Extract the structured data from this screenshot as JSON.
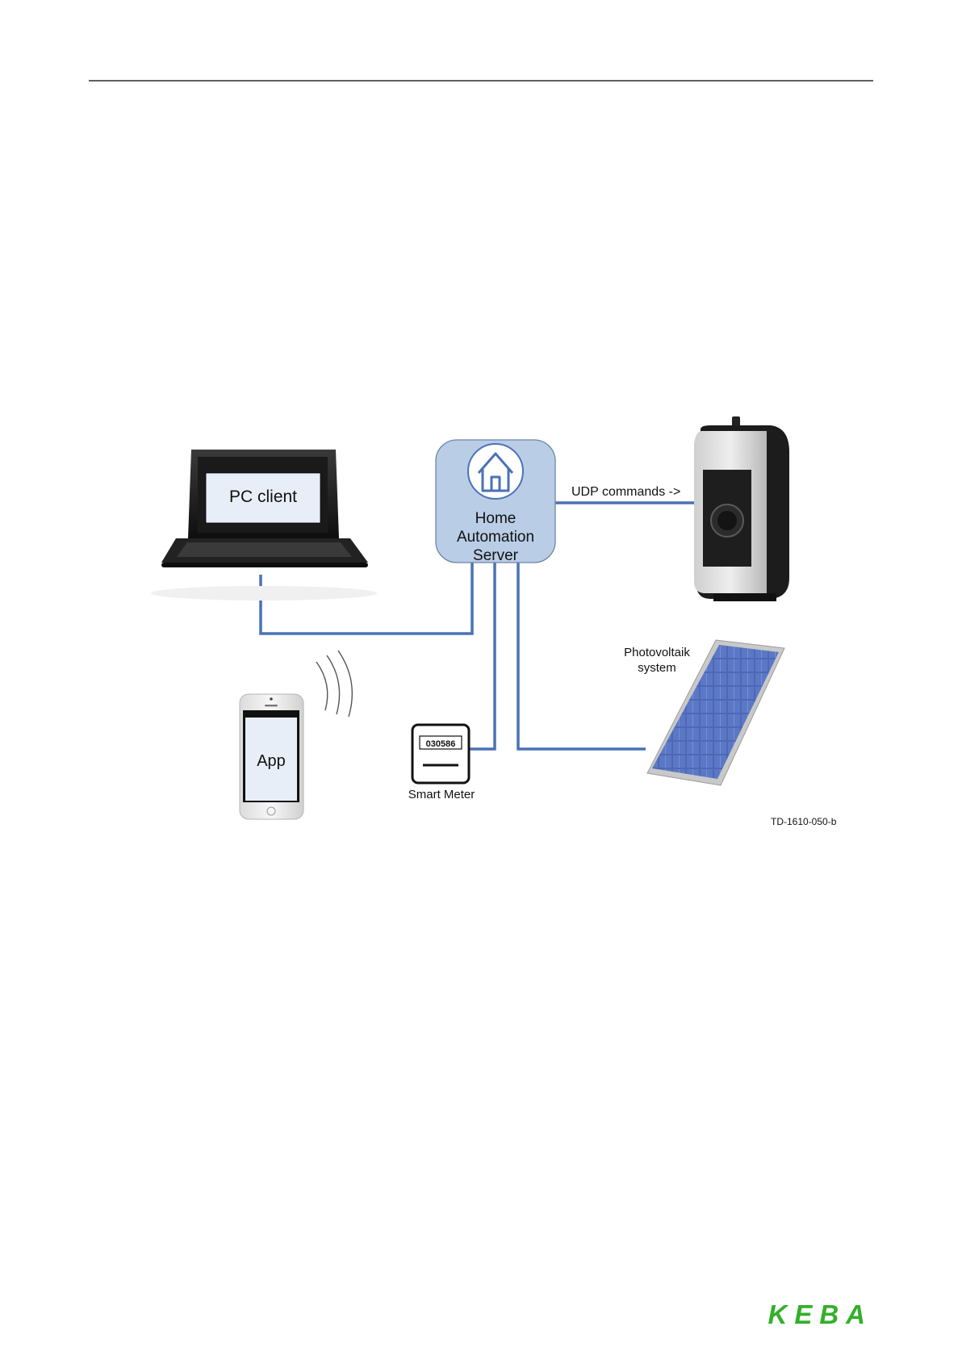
{
  "diagram": {
    "pc_client_label": "PC client",
    "server_label_lines": [
      "Home",
      "Automation",
      "Server"
    ],
    "udp_label": "UDP commands ->",
    "pv_label_lines": [
      "Photovoltaik",
      "system"
    ],
    "meter_label": "Smart Meter",
    "meter_display": "030586",
    "app_label": "App",
    "figure_code": "TD-1610-050-b"
  },
  "footer": {
    "logo_text": "KEBA"
  },
  "colors": {
    "link_blue": "#4a72b6",
    "server_fill": "#b9cde6",
    "logo_green": "#33b02a"
  }
}
